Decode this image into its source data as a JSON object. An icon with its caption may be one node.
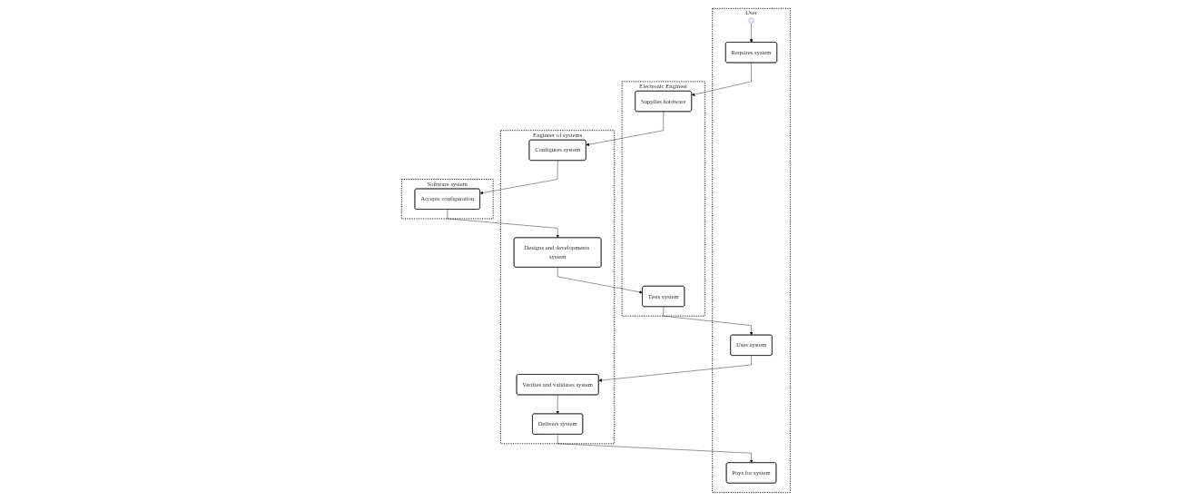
{
  "diagram": {
    "nodes": [
      {
        "text": [
          "User"
        ]
      },
      {
        "text": [
          "Electronic Engineer"
        ]
      },
      {
        "text": [
          "Engineer of systems"
        ]
      },
      {
        "text": [
          "Software system"
        ]
      },
      {
        "text": [],
        "shape": "circle",
        "in": 0
      },
      {
        "text": [
          "Requires system"
        ],
        "in": 0
      },
      {
        "text": [
          "Supplies hardware"
        ],
        "in": 1
      },
      {
        "text": [
          "Configures system"
        ],
        "in": 2
      },
      {
        "text": [
          "Accepts configuration"
        ],
        "in": 3
      },
      {
        "text": [
          "Designs and developments system"
        ],
        "in": 2
      },
      {
        "text": [
          "Tests system"
        ],
        "in": 1
      },
      {
        "text": [
          "Uses system"
        ],
        "in": 0
      },
      {
        "text": [
          "Verifies and validates system"
        ],
        "in": 2
      },
      {
        "text": [
          "Delivers system"
        ],
        "in": 2
      },
      {
        "text": [
          "Pays for system"
        ],
        "in": 0
      }
    ],
    "edges": [
      {
        "from": 4,
        "to": 5,
        "arrow": "to"
      },
      {
        "from": 5,
        "to": 6,
        "arrow": "to"
      },
      {
        "from": 6,
        "to": 7,
        "arrow": "to"
      },
      {
        "from": 7,
        "to": 8,
        "arrow": "to"
      },
      {
        "from": 8,
        "to": 9,
        "arrow": "to"
      },
      {
        "from": 9,
        "to": 10,
        "arrow": "to"
      },
      {
        "from": 10,
        "to": 11,
        "arrow": "to"
      },
      {
        "from": 11,
        "to": 12,
        "arrow": "to"
      },
      {
        "from": 12,
        "to": 13,
        "arrow": "to"
      },
      {
        "from": 13,
        "to": 14,
        "arrow": "to"
      }
    ]
  }
}
